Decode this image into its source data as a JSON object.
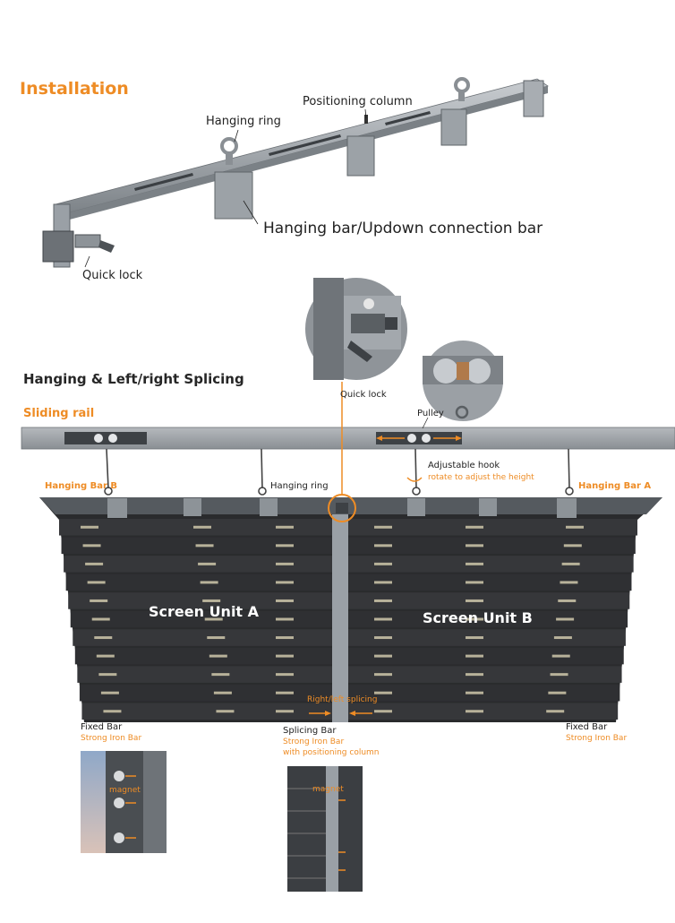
{
  "installation": {
    "heading": "Installation",
    "labels": {
      "positioning_column": "Positioning column",
      "hanging_ring": "Hanging ring",
      "hanging_bar": "Hanging bar/Updown connection bar",
      "quick_lock": "Quick lock"
    }
  },
  "hanging": {
    "heading": "Hanging & Left/right Splicing",
    "sliding_rail": "Sliding rail",
    "quick_lock": "Quick lock",
    "pulley": "Pulley",
    "adjustable_hook": "Adjustable hook",
    "adjustable_hook_note": "rotate to adjust the height",
    "hanging_ring": "Hanging ring",
    "hanging_bar_a": "Hanging Bar A",
    "hanging_bar_b": "Hanging Bar B",
    "screen_unit_a": "Screen Unit A",
    "screen_unit_b": "Screen Unit B",
    "splicing_note": "Right/left splicing"
  },
  "bars": {
    "fixed_left": {
      "title": "Fixed Bar",
      "sub": "Strong Iron Bar"
    },
    "splicing": {
      "title": "Splicing Bar",
      "sub1": "Strong Iron Bar",
      "sub2": "with positioning column"
    },
    "fixed_right": {
      "title": "Fixed Bar",
      "sub": "Strong Iron Bar"
    },
    "magnet_left": "magnet",
    "magnet_mid": "magnet"
  },
  "colors": {
    "accent": "#ee8c25",
    "panel": "#2e2f31",
    "metal": "#9aa0a6"
  }
}
